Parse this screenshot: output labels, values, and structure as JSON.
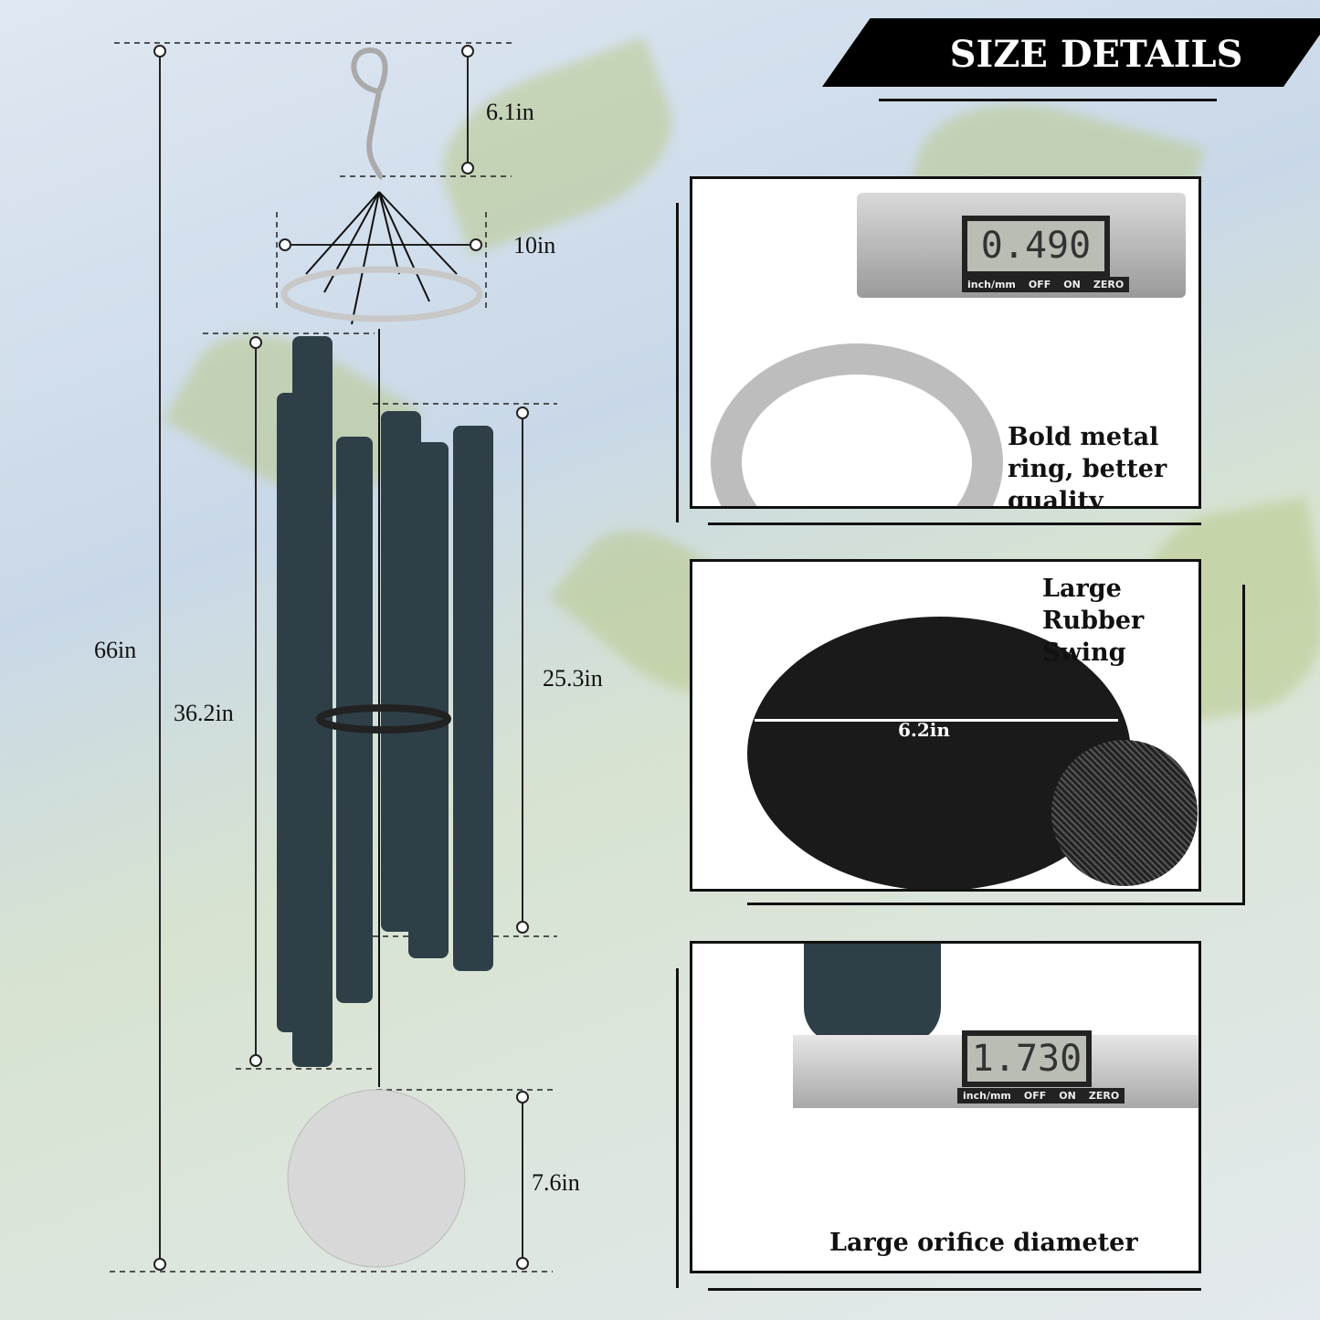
{
  "header": {
    "title": "SIZE DETAILS"
  },
  "dimensions": {
    "hook_height": "6.1in",
    "ring_diameter": "10in",
    "total_length": "66in",
    "longest_tube": "36.2in",
    "shortest_tube": "25.3in",
    "sail_height": "7.6in"
  },
  "panels": [
    {
      "caption": "Bold metal ring, better quality",
      "caliper_reading": "0.490",
      "caliper_labels": [
        "inch/mm",
        "OFF",
        "ON",
        "ZERO"
      ]
    },
    {
      "caption": "Large Rubber Swing",
      "measurement": "6.2in"
    },
    {
      "caption": "Large orifice diameter",
      "caliper_reading": "1.730",
      "caliper_labels": [
        "inch/mm",
        "OFF",
        "ON",
        "ZERO"
      ]
    }
  ],
  "colors": {
    "tube": "#2e3f48",
    "banner": "#000000",
    "ring": "#c8c8c8"
  }
}
